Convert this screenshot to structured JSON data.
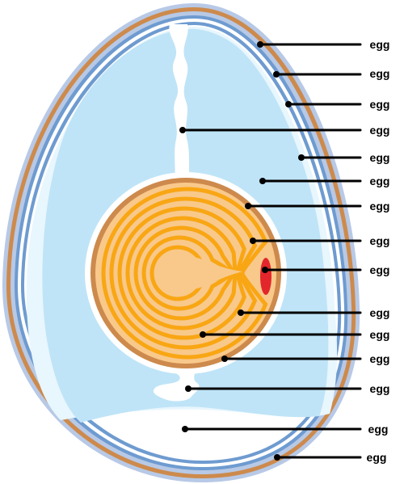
{
  "diagram": {
    "colors": {
      "outer_shell": "#b7c9e6",
      "shell": "#cd8a4c",
      "membrane": "#6e9bd0",
      "albumen": "#bfe4f7",
      "albumen_light": "#e8f6fd",
      "yolk_outer": "#cd8a4c",
      "yolk": "#f8c98b",
      "yolk_rings": "#f9a614",
      "germinal_disc": "#e3262b",
      "chalaza": "#ffffff",
      "leader": "#000000"
    },
    "labels": [
      {
        "text": "egg"
      },
      {
        "text": "egg"
      },
      {
        "text": "egg"
      },
      {
        "text": "egg"
      },
      {
        "text": "egg"
      },
      {
        "text": "egg"
      },
      {
        "text": "egg"
      },
      {
        "text": "egg"
      },
      {
        "text": "egg"
      },
      {
        "text": "egg"
      },
      {
        "text": "egg"
      },
      {
        "text": "egg"
      },
      {
        "text": "egg"
      },
      {
        "text": "egg"
      },
      {
        "text": "egg"
      }
    ]
  }
}
